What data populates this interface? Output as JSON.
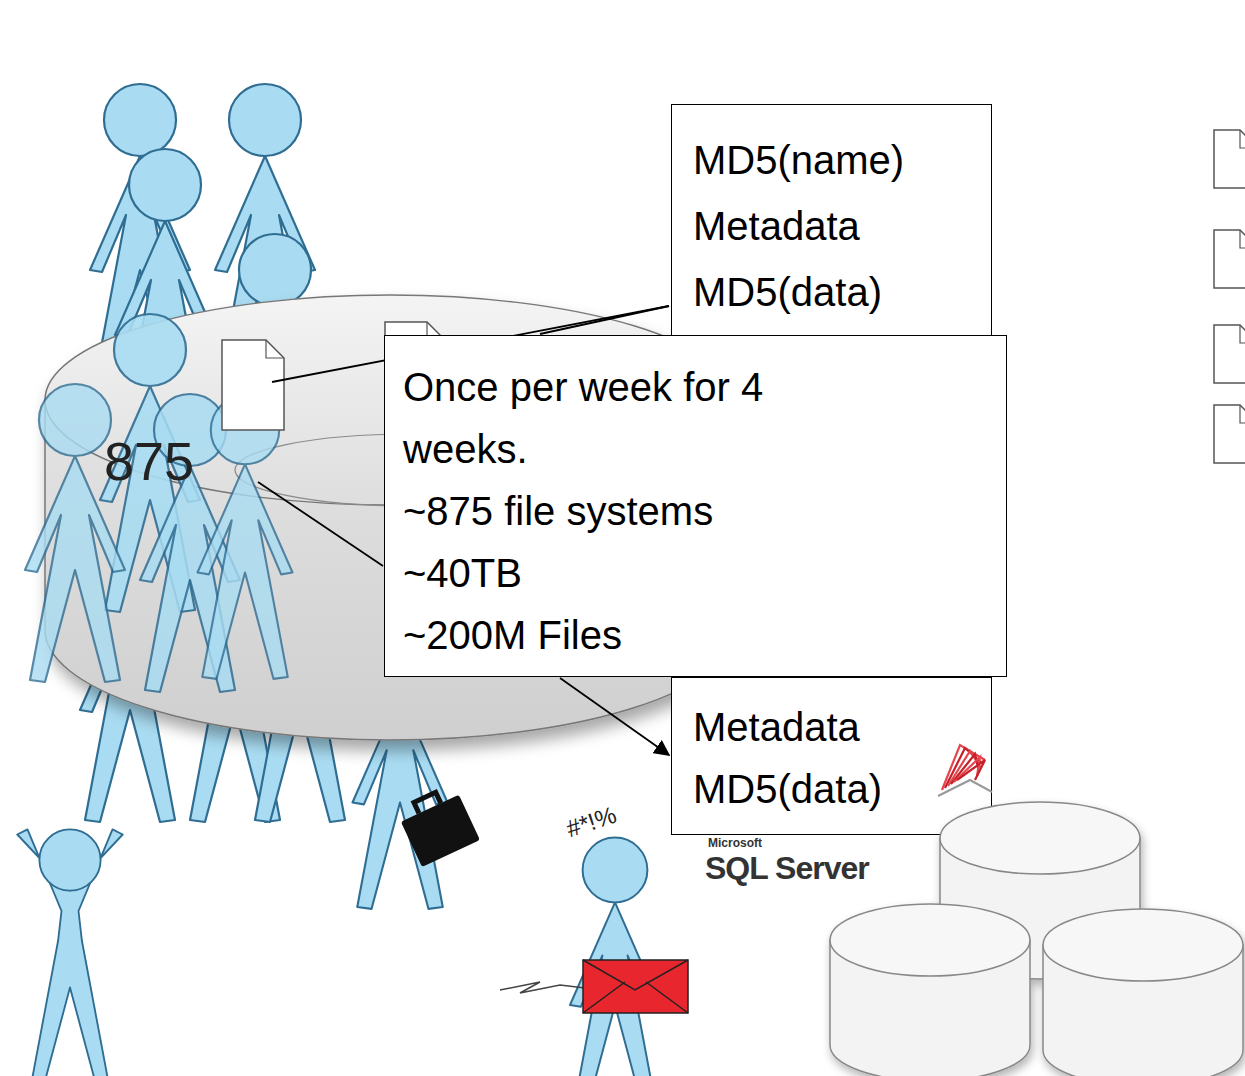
{
  "diagram": {
    "nodes": [
      {
        "text": [
          "MD5(name)",
          "Metadata",
          "MD5(data)"
        ]
      },
      {
        "text": [
          "Once per week for 4 weeks.",
          "~875 file systems",
          "~40TB",
          "~200M Files"
        ]
      },
      {
        "text": [
          "Metadata",
          "MD5(data)"
        ]
      }
    ],
    "labels": [
      "875",
      "#*!%",
      "Microsoft",
      "SQL Server"
    ]
  }
}
